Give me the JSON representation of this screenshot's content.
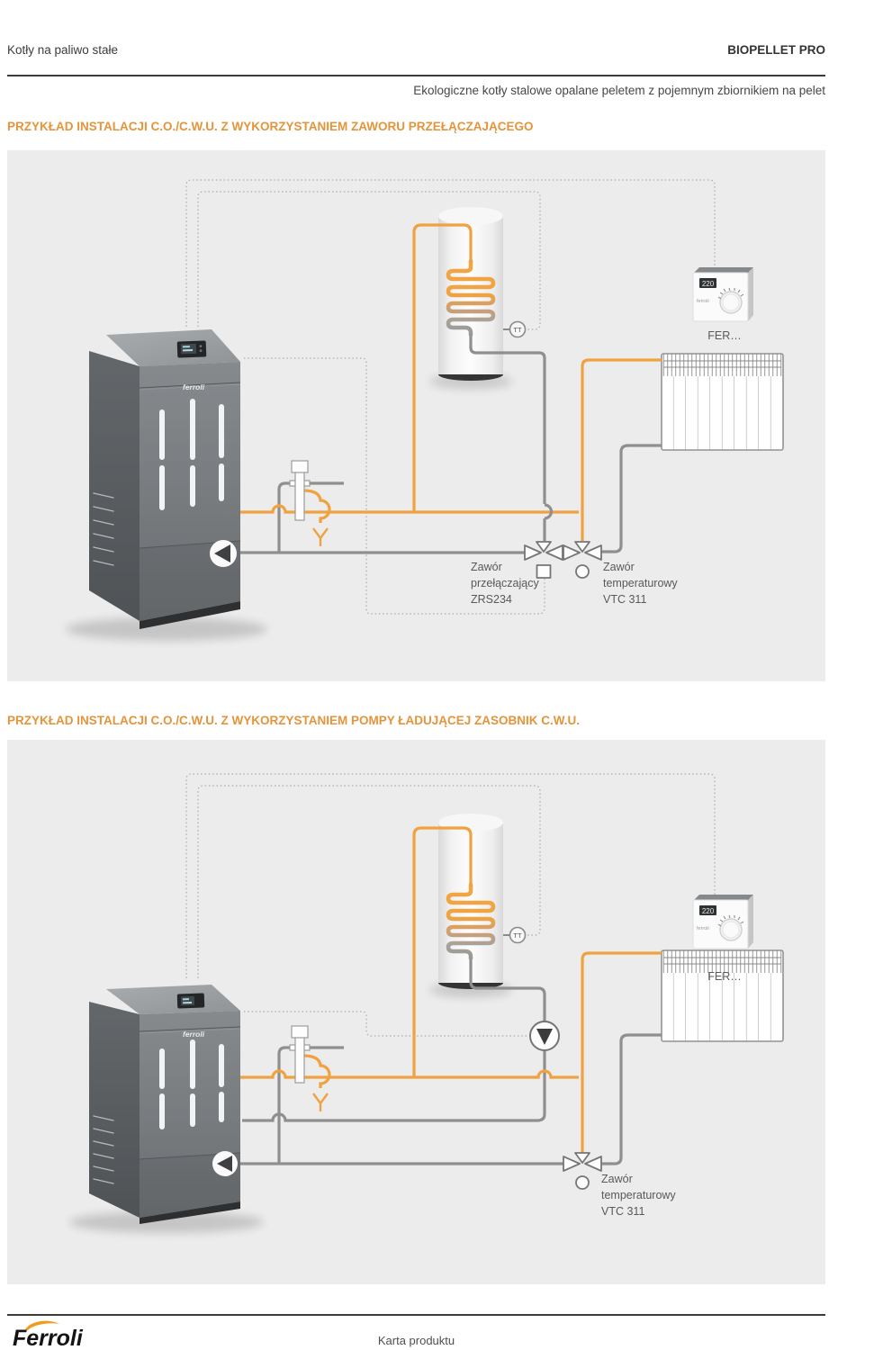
{
  "header": {
    "category": "Kotły na paliwo stałe",
    "product": "BIOPELLET PRO",
    "subtitle": "Ekologiczne kotły stalowe opalane peletem z pojemnym zbiornikiem na pelet"
  },
  "sections": [
    {
      "title": "PRZYKŁAD INSTALACJI C.O./C.W.U. Z WYKORZYSTANIEM ZAWORU PRZEŁĄCZAJĄCEGO"
    },
    {
      "title": "PRZYKŁAD INSTALACJI C.O./C.W.U. Z WYKORZYSTANIEM POMPY ŁADUJĄCEJ ZASOBNIK C.W.U."
    }
  ],
  "diagram1": {
    "boiler_logo": "ferroli",
    "sensor_label": "TT",
    "thermostat_display": "220",
    "thermostat_brand": "ferroli",
    "thermostat_label": "FER…",
    "switching_valve": {
      "l1": "Zawór",
      "l2": "przełączający",
      "l3": "ZRS234"
    },
    "temp_valve": {
      "l1": "Zawór",
      "l2": "temperaturowy",
      "l3": "VTC 311"
    }
  },
  "diagram2": {
    "boiler_logo": "ferroli",
    "sensor_label": "TT",
    "thermostat_display": "220",
    "thermostat_brand": "ferroli",
    "thermostat_label": "FER…",
    "temp_valve": {
      "l1": "Zawór",
      "l2": "temperaturowy",
      "l3": "VTC 311"
    }
  },
  "footer": {
    "brand": "Ferroli",
    "doc_type": "Karta produktu"
  },
  "colors": {
    "accent_orange": "#E4943A",
    "pipe_orange": "#F0A241",
    "pipe_gray": "#8F8F8F",
    "diagram_bg": "#ECECEC",
    "rule_dark": "#3B3B3A"
  }
}
